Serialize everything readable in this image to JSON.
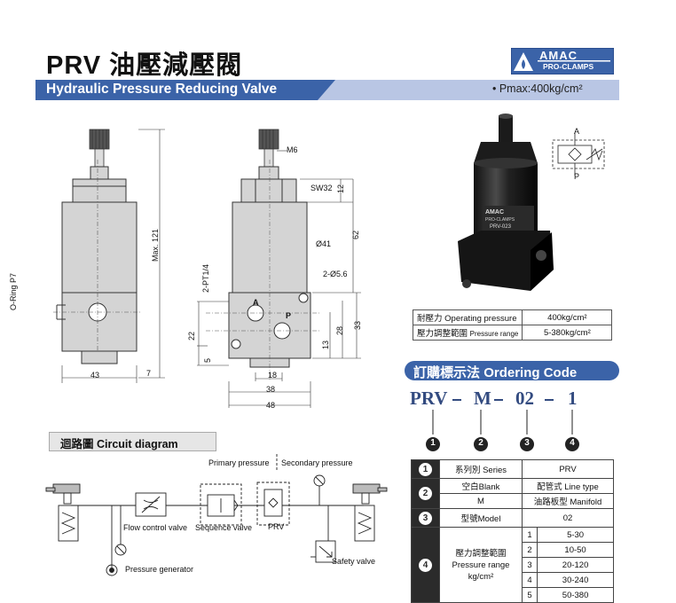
{
  "header": {
    "title": "PRV 油壓減壓閥",
    "subtitle": "Hydraulic Pressure Reducing Valve",
    "pmax": "• Pmax:400kg/cm²",
    "logo_top": "AMAC",
    "logo_bottom": "PRO-CLAMPS"
  },
  "colors": {
    "brand_blue": "#3b63a8",
    "body_gray": "#d4d4d4",
    "band_light": "#b9c6e4"
  },
  "drawing_front": {
    "oring": "O-Ring P7",
    "max121": "Max. 121",
    "w43": "43",
    "d7": "7"
  },
  "drawing_side": {
    "m6": "M6",
    "sw32": "SW32",
    "d12": "12",
    "d41": "Ø41",
    "d62": "62",
    "pt": "2-PT1/4",
    "hole": "2-Ø5.6",
    "port_a": "A",
    "port_p": "P",
    "d22": "22",
    "d5": "5",
    "d13": "13",
    "d28": "28",
    "d33": "33",
    "w18": "18",
    "w38": "38",
    "w48": "48"
  },
  "photo": {
    "brand": "AMAC",
    "sub": "PRO-CLAMPS",
    "model": "PRV-023"
  },
  "symbol": {
    "a": "A",
    "p": "P"
  },
  "spec": [
    {
      "zh": "耐壓力",
      "en": "Operating pressure",
      "value": "400kg/cm²"
    },
    {
      "zh": "壓力調整範圍",
      "en": "Pressure range",
      "value": "5-380kg/cm²"
    }
  ],
  "ordering": {
    "header_zh": "訂購標示法",
    "header_en": "Ordering Code",
    "code_prv": "PRV",
    "code_m": "M",
    "code_02": "02",
    "code_1": "1",
    "markers": [
      "1",
      "2",
      "3",
      "4"
    ],
    "rows": {
      "series_label": "系列別 Series",
      "series_value": "PRV",
      "blank_label": "空白Blank",
      "blank_value": "配管式 Line type",
      "m_label": "M",
      "m_value": "油路板型 Manifold",
      "model_label": "型號Model",
      "model_value": "02",
      "range_label_zh": "壓力調整範圍",
      "range_label_en": "Pressure range",
      "range_unit": "kg/cm²",
      "ranges": [
        {
          "n": "1",
          "v": "5-30"
        },
        {
          "n": "2",
          "v": "10-50"
        },
        {
          "n": "3",
          "v": "20-120"
        },
        {
          "n": "4",
          "v": "30-240"
        },
        {
          "n": "5",
          "v": "50-380"
        }
      ]
    }
  },
  "circuit": {
    "header": "迴路圖  Circuit diagram",
    "primary": "Primary pressure",
    "secondary": "Secondary pressure",
    "flow": "Flow control valve",
    "sequence": "Sequence valve",
    "prv": "PRV",
    "safety": "Safety valve",
    "generator": "Pressure generator"
  }
}
